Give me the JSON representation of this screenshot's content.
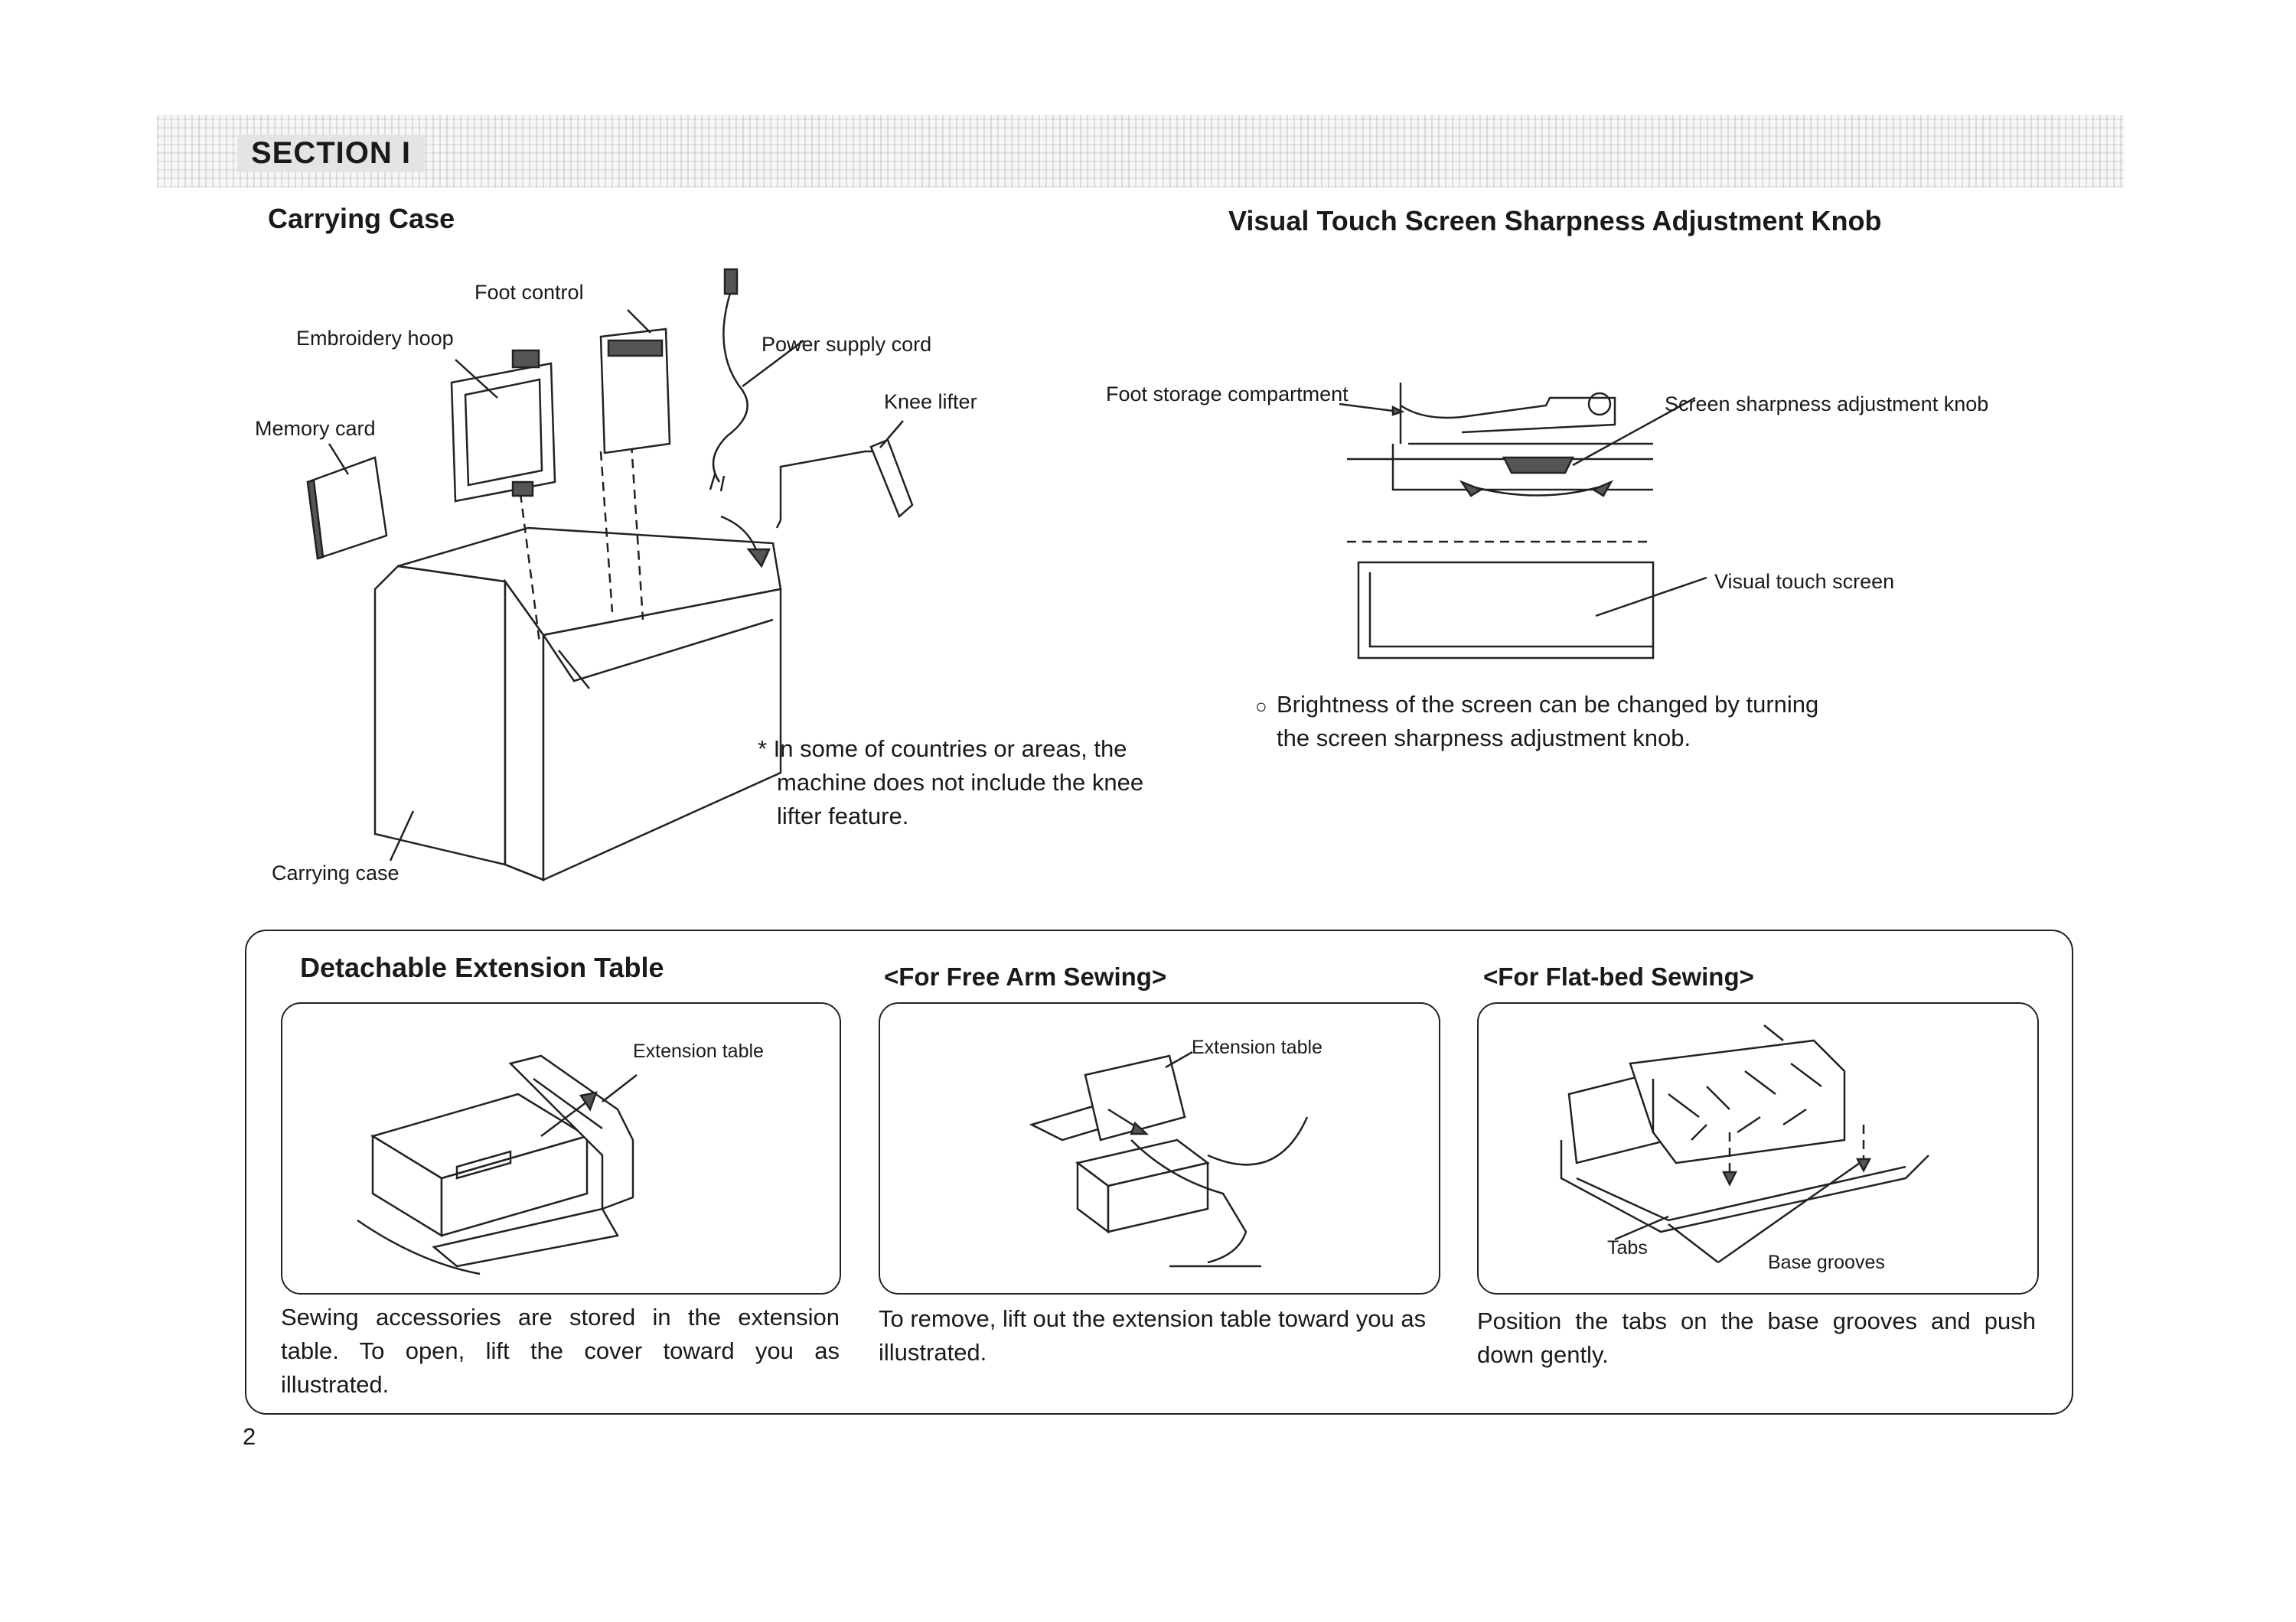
{
  "section": {
    "label": "SECTION I"
  },
  "carrying_case": {
    "title": "Carrying Case",
    "labels": {
      "foot_control": "Foot control",
      "embroidery_hoop": "Embroidery hoop",
      "power_supply_cord": "Power supply cord",
      "memory_card": "Memory card",
      "knee_lifter": "Knee lifter",
      "carrying_case": "Carrying case"
    },
    "note": "* In some of countries or areas, the machine does not include the knee lifter feature."
  },
  "sharpness_knob": {
    "title": "Visual Touch Screen Sharpness Adjustment Knob",
    "labels": {
      "foot_storage": "Foot storage compartment",
      "knob": "Screen sharpness adjustment knob",
      "screen": "Visual touch screen"
    },
    "note": "Brightness of the screen can be changed by turning the screen sharpness adjustment knob."
  },
  "extension_table": {
    "title": "Detachable Extension Table",
    "free_arm_title": "<For Free Arm Sewing>",
    "flat_bed_title": "<For Flat-bed Sewing>",
    "fig1_label": "Extension table",
    "fig2_label": "Extension table",
    "fig3_labels": {
      "tabs": "Tabs",
      "base_grooves": "Base grooves"
    },
    "text1": "Sewing accessories are stored in the extension table.  To open, lift the cover toward you as illustrated.",
    "text2": "To remove, lift out the extension table toward you as illustrated.",
    "text3": "Position the tabs on the base grooves and push down gently."
  },
  "page_number": "2"
}
